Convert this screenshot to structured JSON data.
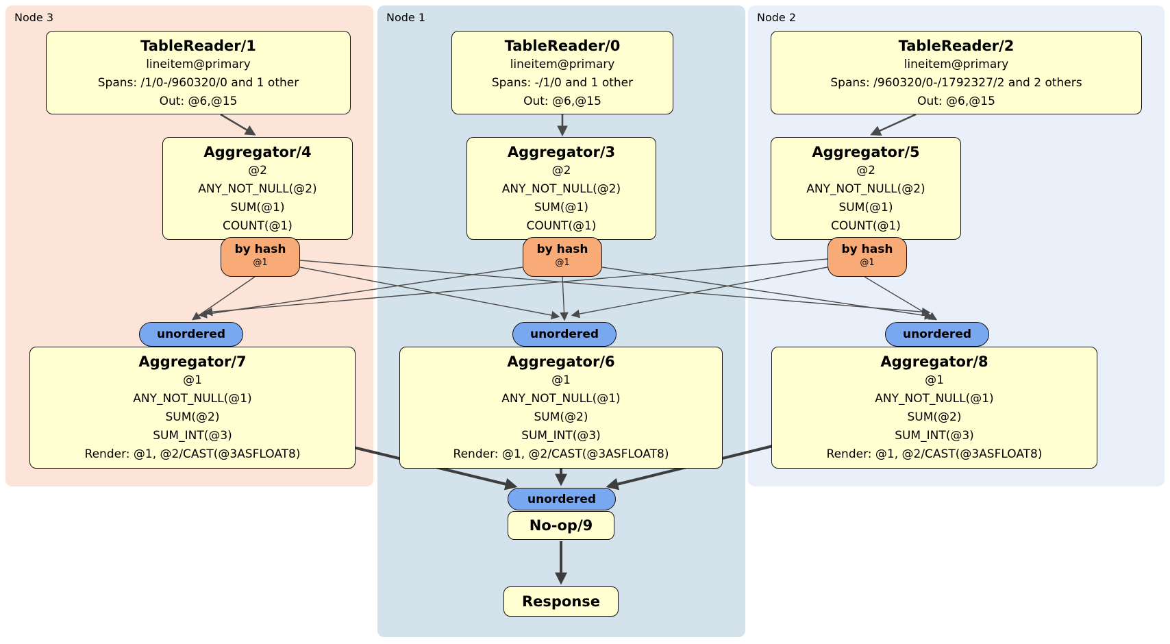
{
  "nodes": [
    {
      "label": "Node 3",
      "table_reader": {
        "title": "TableReader/1",
        "lines": [
          "lineitem@primary",
          "Spans: /1/0-/960320/0 and 1 other",
          "Out: @6,@15"
        ]
      },
      "aggregator": {
        "title": "Aggregator/4",
        "lines": [
          "@2",
          "ANY_NOT_NULL(@2)",
          "SUM(@1)",
          "COUNT(@1)"
        ]
      },
      "router": {
        "label": "by hash",
        "detail": "@1"
      },
      "stream": {
        "label": "unordered"
      },
      "final_aggregator": {
        "title": "Aggregator/7",
        "lines": [
          "@1",
          "ANY_NOT_NULL(@1)",
          "SUM(@2)",
          "SUM_INT(@3)",
          "Render: @1, @2/CAST(@3ASFLOAT8)"
        ]
      }
    },
    {
      "label": "Node 1",
      "table_reader": {
        "title": "TableReader/0",
        "lines": [
          "lineitem@primary",
          "Spans: -/1/0 and 1 other",
          "Out: @6,@15"
        ]
      },
      "aggregator": {
        "title": "Aggregator/3",
        "lines": [
          "@2",
          "ANY_NOT_NULL(@2)",
          "SUM(@1)",
          "COUNT(@1)"
        ]
      },
      "router": {
        "label": "by hash",
        "detail": "@1"
      },
      "stream": {
        "label": "unordered"
      },
      "final_aggregator": {
        "title": "Aggregator/6",
        "lines": [
          "@1",
          "ANY_NOT_NULL(@1)",
          "SUM(@2)",
          "SUM_INT(@3)",
          "Render: @1, @2/CAST(@3ASFLOAT8)"
        ]
      },
      "output_stream": {
        "label": "unordered"
      },
      "noop": {
        "title": "No-op/9"
      },
      "response": {
        "title": "Response"
      }
    },
    {
      "label": "Node 2",
      "table_reader": {
        "title": "TableReader/2",
        "lines": [
          "lineitem@primary",
          "Spans: /960320/0-/1792327/2 and 2 others",
          "Out: @6,@15"
        ]
      },
      "aggregator": {
        "title": "Aggregator/5",
        "lines": [
          "@2",
          "ANY_NOT_NULL(@2)",
          "SUM(@1)",
          "COUNT(@1)"
        ]
      },
      "router": {
        "label": "by hash",
        "detail": "@1"
      },
      "stream": {
        "label": "unordered"
      },
      "final_aggregator": {
        "title": "Aggregator/8",
        "lines": [
          "@1",
          "ANY_NOT_NULL(@1)",
          "SUM(@2)",
          "SUM_INT(@3)",
          "Render: @1, @2/CAST(@3ASFLOAT8)"
        ]
      }
    }
  ],
  "colors": {
    "node3_bg": "#fce4d8",
    "node1_bg": "#d4e2eb",
    "node2_bg": "#eaf0fa",
    "processor_fill": "#ffffd2",
    "router_fill": "#f8ab77",
    "stream_fill": "#79a7f0",
    "edge": "#4a4a4a"
  }
}
